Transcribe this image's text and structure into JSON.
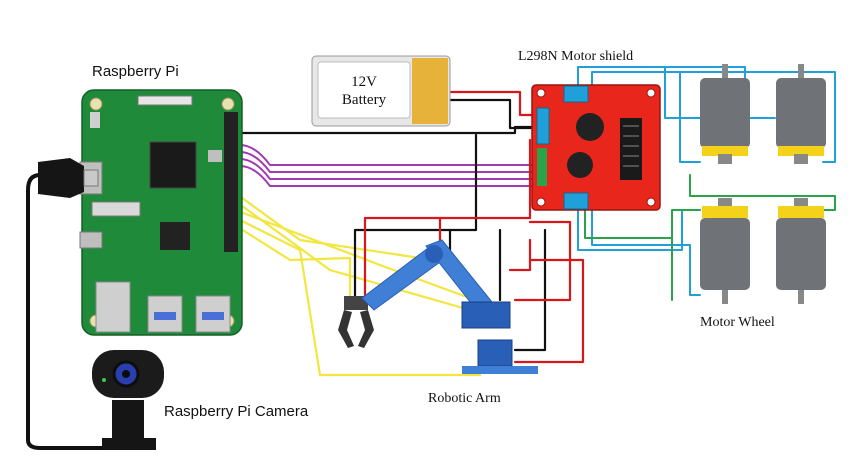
{
  "labels": {
    "raspberry_pi": "Raspberry Pi",
    "battery": "12V Battery",
    "battery_line1": "12V",
    "battery_line2": "Battery",
    "motor_shield": "L298N Motor shield",
    "motor_wheel": "Motor Wheel",
    "robotic_arm": "Robotic Arm",
    "camera": "Raspberry Pi Camera"
  },
  "colors": {
    "pcb_green": "#1f8a3a",
    "shield_red": "#e8261c",
    "wire_black": "#111111",
    "wire_red": "#d8161b",
    "wire_purple": "#a23ab5",
    "wire_yellow": "#f2e640",
    "wire_blue": "#1fa0d8",
    "wire_green": "#2aa34a",
    "motor_grey": "#6f7378",
    "motor_yellow": "#f4d21a",
    "arm_blue": "#3f7fd6",
    "servo_blue": "#2a5fb8",
    "battery_gold": "#e6b23a"
  },
  "icons": [
    "raspberry-pi-board",
    "battery-icon",
    "motor-shield-board",
    "dc-motor-icon",
    "robotic-arm-icon",
    "webcam-icon"
  ]
}
